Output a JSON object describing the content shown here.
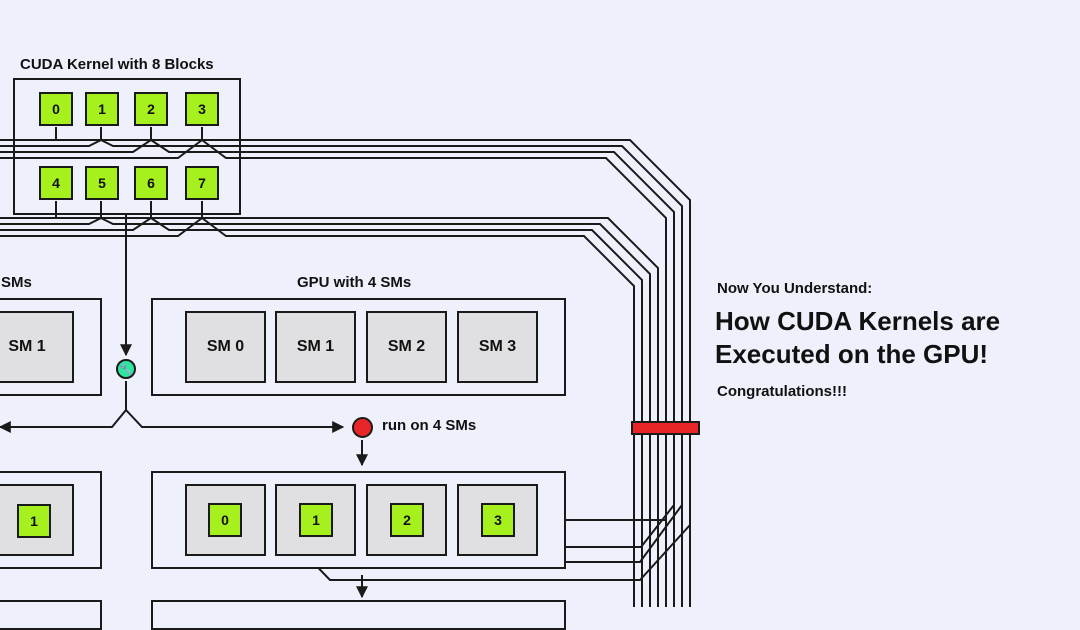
{
  "kernel": {
    "title": "CUDA Kernel with 8 Blocks",
    "blocks": [
      "0",
      "1",
      "2",
      "3",
      "4",
      "5",
      "6",
      "7"
    ]
  },
  "gpu_left": {
    "title_partial": "SMs",
    "sms": [
      "SM 1"
    ],
    "assigned_blocks": [
      "1"
    ]
  },
  "gpu_right": {
    "title": "GPU with 4 SMs",
    "sms": [
      "SM 0",
      "SM 1",
      "SM 2",
      "SM 3"
    ],
    "assigned_blocks": [
      "0",
      "1",
      "2",
      "3"
    ]
  },
  "dispatch": {
    "wrench_icon": "wrench-icon",
    "run_label": "run on 4 SMs",
    "run_marker_color": "#e8262a"
  },
  "bus": {
    "marker_color": "#e8262a"
  },
  "colors": {
    "block_fill": "#a6f01e",
    "sm_fill": "#e0e0e2",
    "background": "#eef1fb",
    "wrench_fill": "#2ee6a0"
  },
  "summary": {
    "kicker": "Now You Understand:",
    "headline_line1": "How CUDA Kernels are",
    "headline_line2": "Executed on the GPU!",
    "footer": "Congratulations!!!"
  }
}
